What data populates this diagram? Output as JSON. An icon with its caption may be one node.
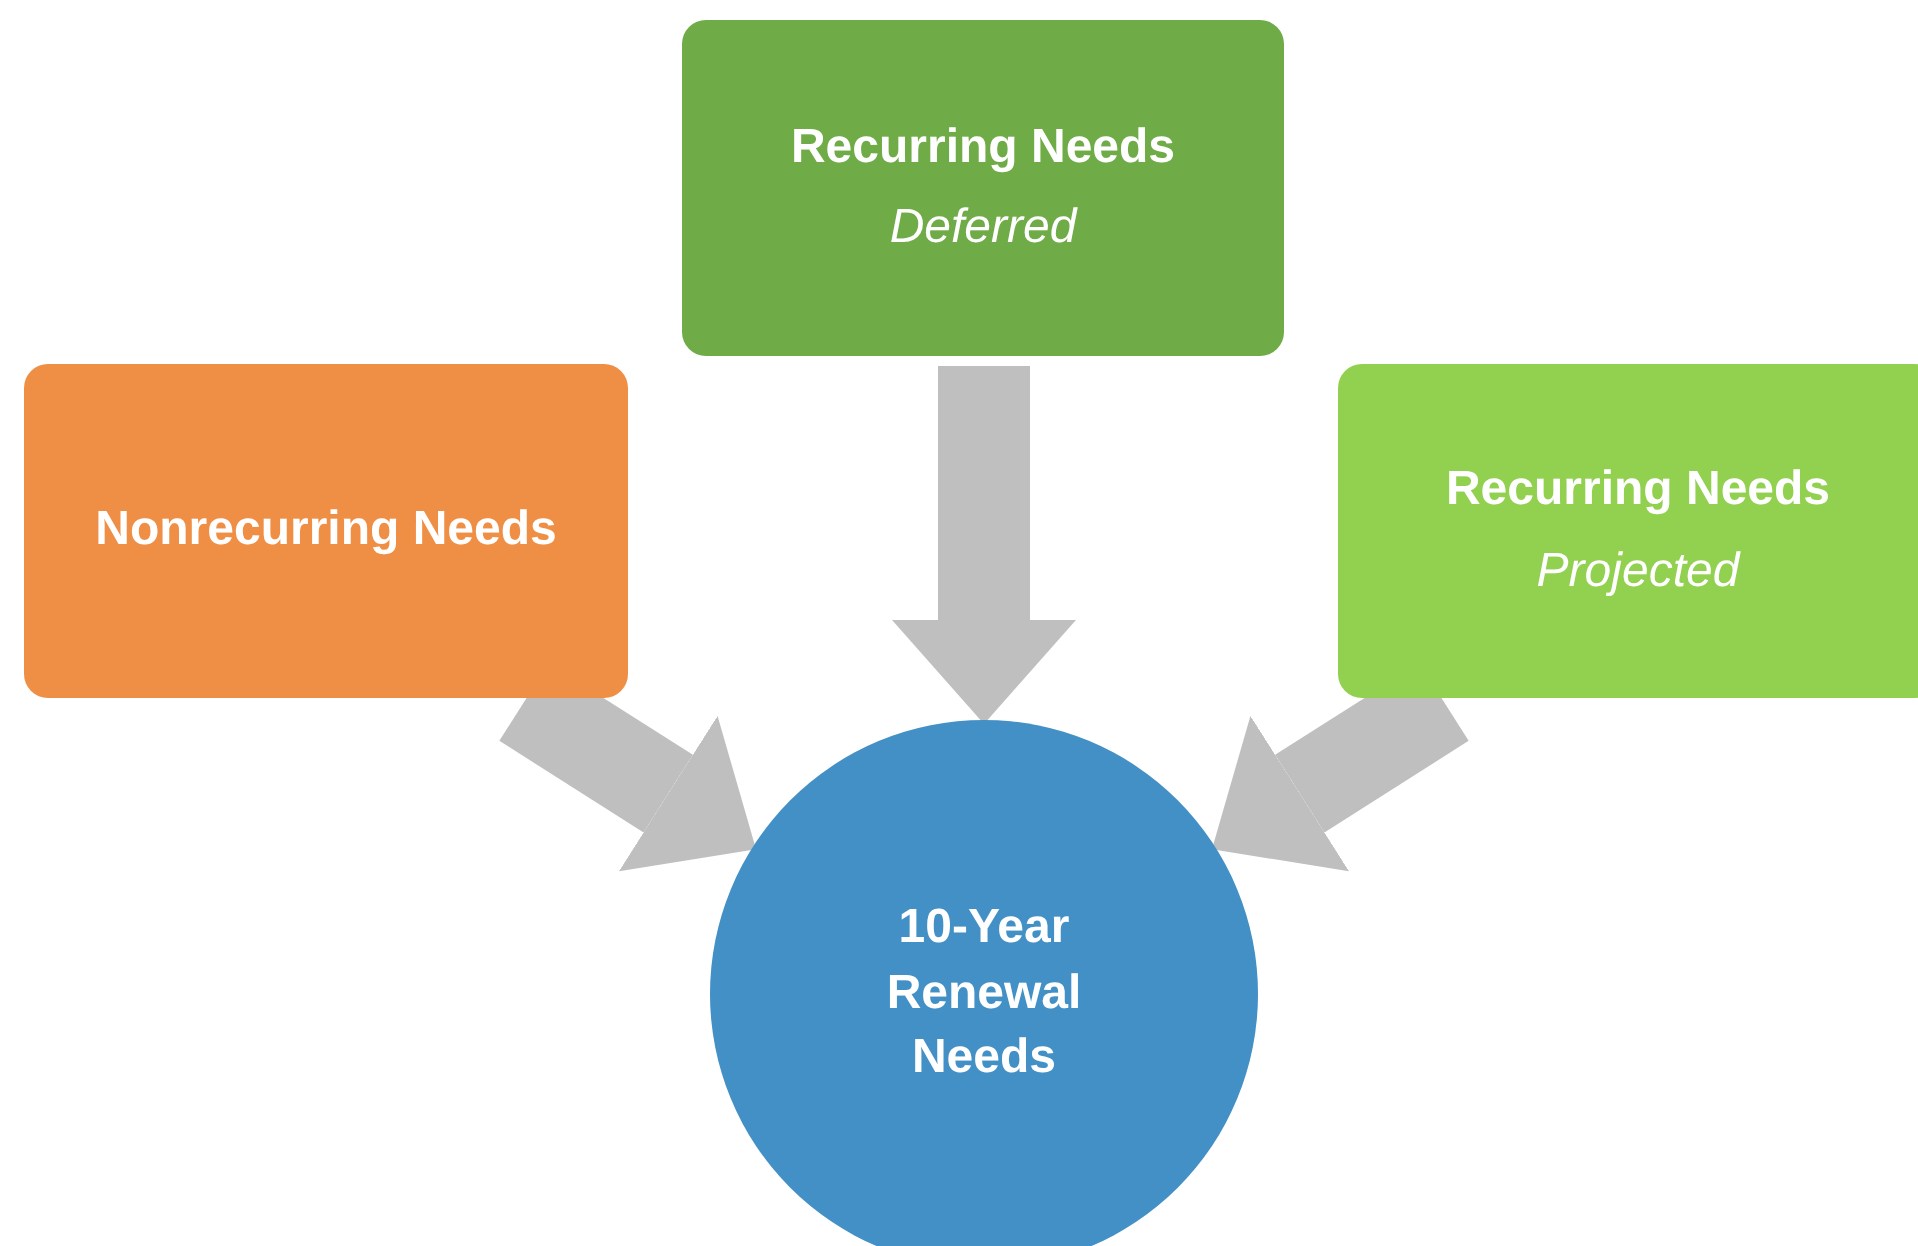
{
  "diagram": {
    "nodes": [
      {
        "text": [
          "Recurring Needs",
          "Deferred"
        ]
      },
      {
        "text": [
          "Nonrecurring Needs"
        ]
      },
      {
        "text": [
          "Recurring Needs",
          "Projected"
        ]
      },
      {
        "text": [
          "10-Year Renewal Needs"
        ]
      }
    ],
    "edges": [
      {
        "from": 1,
        "to": 3,
        "arrow": "to"
      },
      {
        "from": 0,
        "to": 3,
        "arrow": "to"
      },
      {
        "from": 2,
        "to": 3,
        "arrow": "to"
      }
    ]
  }
}
